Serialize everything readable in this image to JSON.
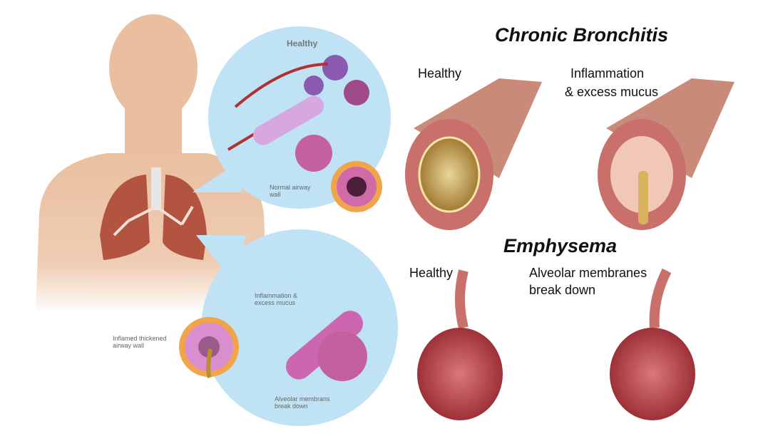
{
  "colors": {
    "skin": "#e9bf9f",
    "bubble": "#bfe3f5",
    "lung": "#b2543f",
    "tissue": "#c9706a",
    "mucus": "#d8b25c"
  },
  "left_panel": {
    "healthy_label": "Healthy",
    "normal_airway_wall": "Normal airway wall",
    "inflammation_label": "Inflammation & excess mucus",
    "inflamed_wall": "Inflamed thickened airway wall",
    "alveolar_label": "Alveolar membrans break down"
  },
  "bronchitis": {
    "title": "Chronic Bronchitis",
    "healthy": "Healthy",
    "inflamed_line1": "Inflammation",
    "inflamed_line2": "& excess mucus"
  },
  "emphysema": {
    "title": "Emphysema",
    "healthy": "Healthy",
    "damaged_line1": "Alveolar membranes",
    "damaged_line2": "break down"
  }
}
